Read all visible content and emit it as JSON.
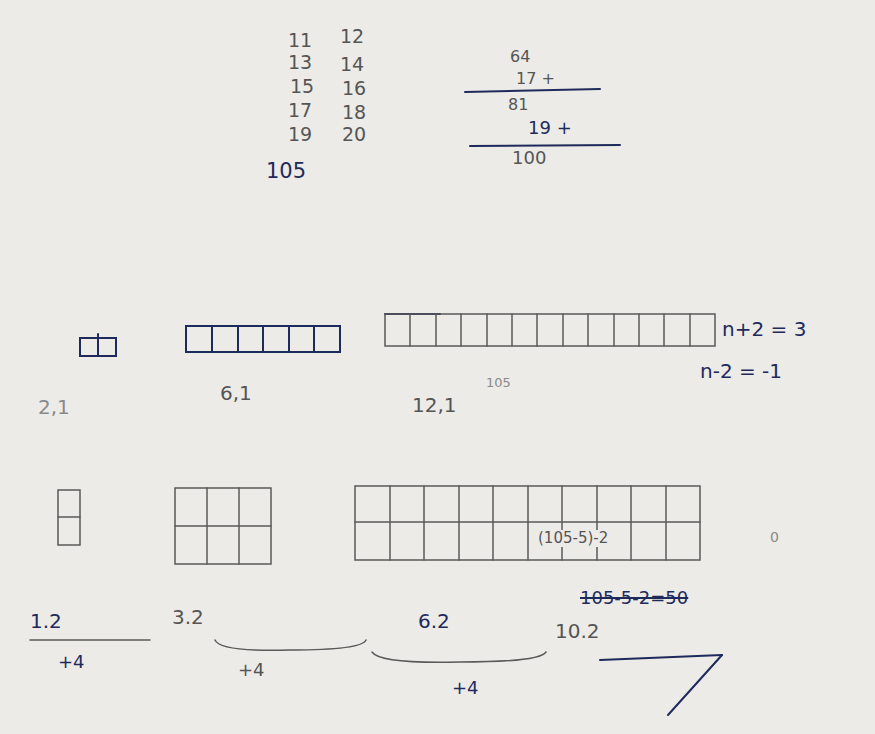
{
  "diagram": {
    "labels": [
      "11",
      "12",
      "13",
      "14",
      "15",
      "16",
      "17",
      "18",
      "19",
      "20",
      "105",
      "64",
      "17 +",
      "81",
      "19 +",
      "100",
      "n+2 = 3",
      "n-2 = -1",
      "2,1",
      "6,1",
      "12,1",
      "105",
      "1.2",
      "3.2",
      "6.2",
      "10.2",
      "+4",
      "+4",
      "+4",
      "(105-5)-2",
      "105-5-2=50",
      "0"
    ]
  }
}
